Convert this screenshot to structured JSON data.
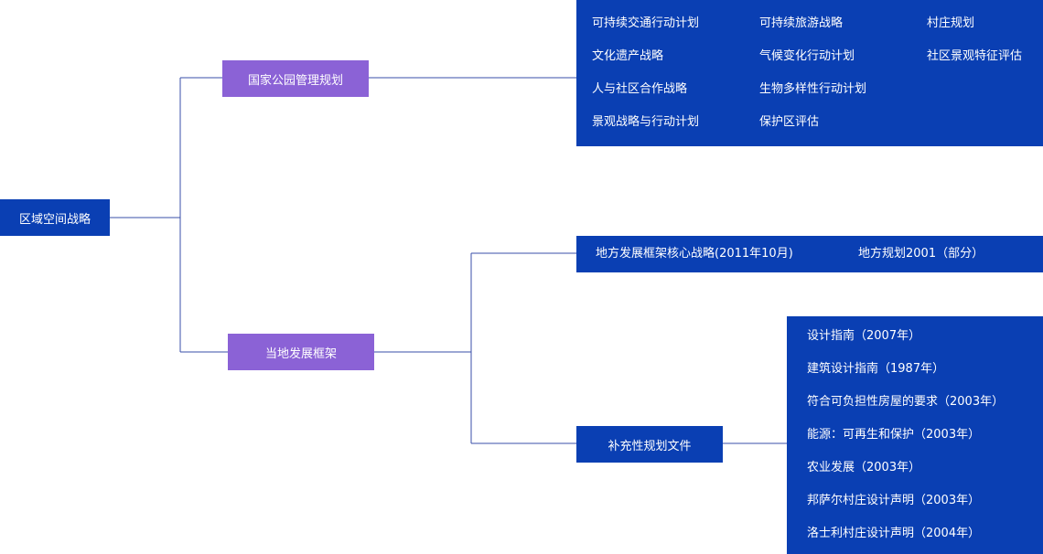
{
  "root": {
    "label": "区域空间战略"
  },
  "branch_national": {
    "label": "国家公园管理规划",
    "items": [
      "可持续交通行动计划",
      "可持续旅游战略",
      "村庄规划",
      "文化遗产战略",
      "气候变化行动计划",
      "社区景观特征评估",
      "人与社区合作战略",
      "生物多样性行动计划",
      "景观战略与行动计划",
      "保护区评估"
    ]
  },
  "branch_local": {
    "label": "当地发展框架",
    "core": {
      "items": [
        "地方发展框架核心战略(2011年10月)",
        "地方规划2001（部分）"
      ]
    },
    "supplementary": {
      "label": "补充性规划文件",
      "items": [
        "设计指南（2007年）",
        "建筑设计指南（1987年）",
        "符合可负担性房屋的要求（2003年）",
        "能源：可再生和保护（2003年）",
        "农业发展（2003年）",
        "邦萨尔村庄设计声明（2003年）",
        "洛士利村庄设计声明（2004年）"
      ]
    }
  },
  "colors": {
    "primary": "#0a3fb3",
    "secondary": "#8b62d6",
    "connector": "#3a4fa8"
  }
}
